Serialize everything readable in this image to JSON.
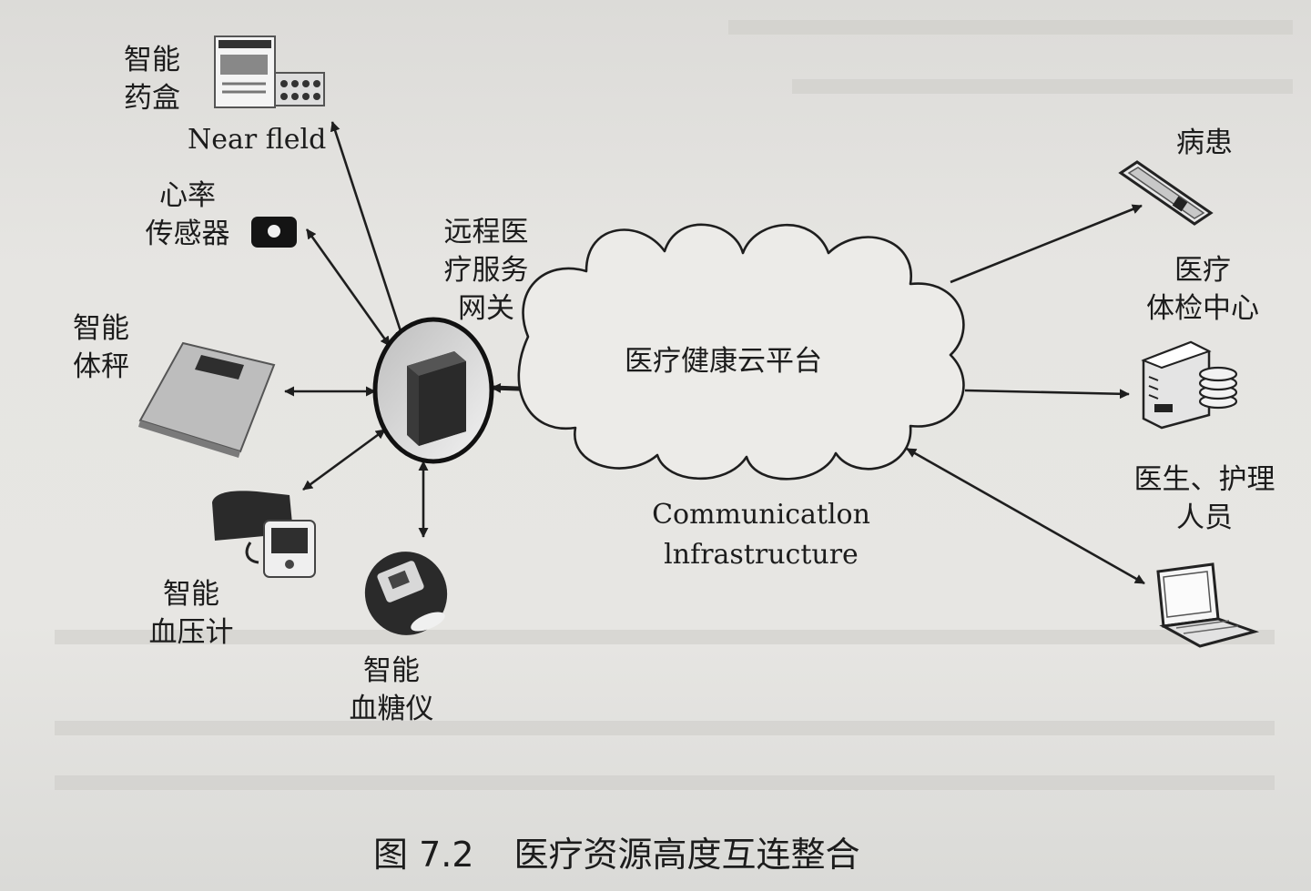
{
  "pillbox": {
    "lines": [
      "智能",
      "药盒"
    ]
  },
  "near_field": "Near fleld",
  "heart_rate": {
    "lines": [
      "心率",
      "传感器"
    ]
  },
  "scale": {
    "lines": [
      "智能",
      "体秤"
    ]
  },
  "bp_monitor": {
    "lines": [
      "智能",
      "血压计"
    ]
  },
  "glucose_meter": {
    "lines": [
      "智能",
      "血糖仪"
    ]
  },
  "gateway": {
    "lines": [
      "远程医",
      "疗服务",
      "网关"
    ]
  },
  "cloud": {
    "label": "医疗健康云平台"
  },
  "comm_infra": {
    "lines": [
      "Communicatlon",
      "lnfrastructure"
    ]
  },
  "patient": {
    "label": "病患"
  },
  "exam_center": {
    "lines": [
      "医疗",
      "体检中心"
    ]
  },
  "staff": {
    "lines": [
      "医生、护理",
      "人员"
    ]
  },
  "caption": {
    "number": "图 7.2",
    "title": "医疗资源高度互连整合"
  }
}
